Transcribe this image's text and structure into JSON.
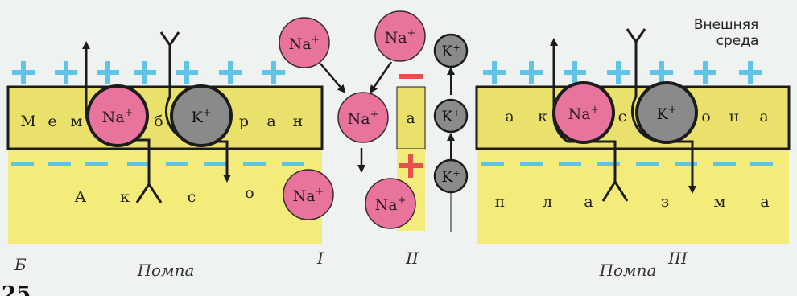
{
  "colors": {
    "background": "#eef2f1",
    "cytoplasm": "#f4ec7a",
    "membrane": "#eae06c",
    "na_ion": "#e8749e",
    "k_ion": "#8a8a8a",
    "plus_outside": "#5fc4e6",
    "minus_inside": "#5fc4e6",
    "red_sign": "#e8504e",
    "line": "#1c1c1c"
  },
  "labels": {
    "outer_medium": [
      "Внешняя",
      "среда"
    ],
    "na": "Na",
    "na_sup": "+",
    "k": "K",
    "k_sup": "+",
    "pump_left": "Помпа",
    "pump_right": "Помпа",
    "panel_b": "Б",
    "stage_1": "I",
    "stage_2": "II",
    "stage_3": "III",
    "fig_number_fragment": "25"
  },
  "membrane_left_letters": [
    "М",
    "е",
    "м",
    "б",
    "р",
    "а",
    "н"
  ],
  "cytoplasm_left_letters": [
    "А",
    "к",
    "с",
    "о"
  ],
  "membrane_channel_letter": "а",
  "membrane_right_letters": [
    "а",
    "к",
    "с",
    "о",
    "н",
    "а"
  ],
  "cytoplasm_right_letters": [
    "п",
    "л",
    "а",
    "з",
    "м",
    "а"
  ],
  "icons": {
    "outside_charge": "plus-sign-icon",
    "inside_charge": "minus-sign-icon",
    "pump_receptor": "y-receptor-icon",
    "ion_flow": "arrow-icon"
  }
}
